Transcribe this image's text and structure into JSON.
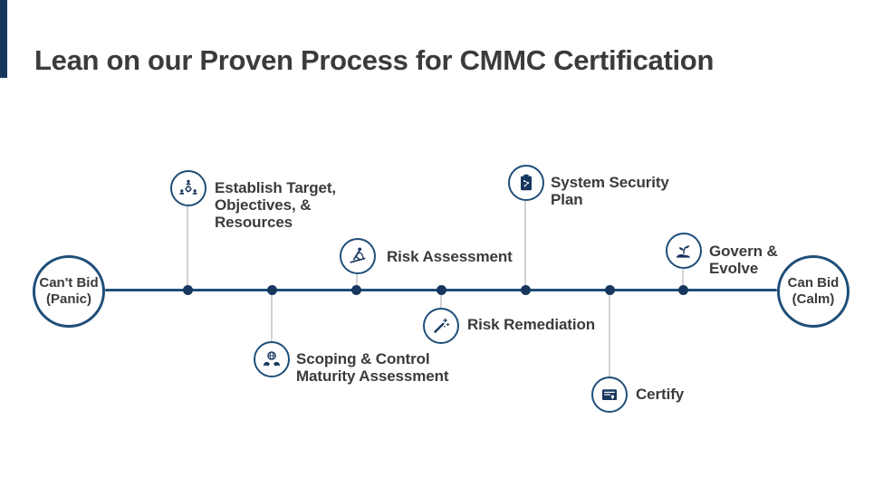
{
  "slide": {
    "title": "Lean on our Proven Process for CMMC Certification"
  },
  "colors": {
    "accent_bar": "#17365D",
    "timeline_navy": "#1F4E79",
    "dot_navy": "#17375E",
    "text_charcoal": "#3B3B3D",
    "connector_gray": "#D2D2D2",
    "background": "#FFFFFF"
  },
  "timeline": {
    "start_node": {
      "label": "Can't Bid\n(Panic)"
    },
    "end_node": {
      "label": "Can Bid\n(Calm)"
    },
    "milestones": [
      {
        "id": "establish-target",
        "label": "Establish Target,\nObjectives, &\nResources",
        "icon": "team-gear-icon",
        "position": "above"
      },
      {
        "id": "scoping-control",
        "label": "Scoping & Control\nMaturity Assessment",
        "icon": "globe-hands-icon",
        "position": "below"
      },
      {
        "id": "risk-assessment",
        "label": "Risk Assessment",
        "icon": "skier-icon",
        "position": "above"
      },
      {
        "id": "risk-remediation",
        "label": "Risk Remediation",
        "icon": "magic-wand-icon",
        "position": "below"
      },
      {
        "id": "system-security-plan",
        "label": "System Security\nPlan",
        "icon": "clipboard-checklist-icon",
        "position": "above"
      },
      {
        "id": "certify",
        "label": "Certify",
        "icon": "certificate-icon",
        "position": "below"
      },
      {
        "id": "govern-evolve",
        "label": "Govern &\nEvolve",
        "icon": "sprout-hand-icon",
        "position": "above"
      }
    ]
  }
}
